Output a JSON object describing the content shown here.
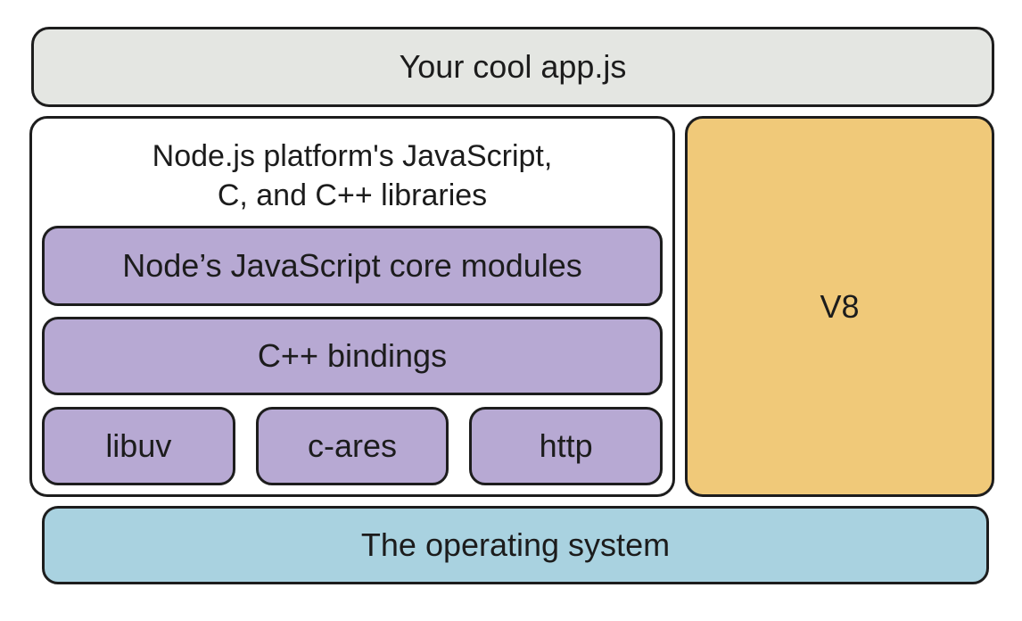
{
  "figure": {
    "description": "Node.js software stack diagram",
    "colors": {
      "border": "#1d1d1d",
      "text": "#1c1c1c",
      "app_fill": "#e4e6e2",
      "platform_fill": "#ffffff",
      "module_fill": "#b7a9d3",
      "v8_fill": "#f0c979",
      "os_fill": "#a9d2e0"
    },
    "app_layer": {
      "label": "Your cool app.js"
    },
    "platform_layer": {
      "heading_line1": "Node.js platform's JavaScript,",
      "heading_line2": "C, and C++ libraries",
      "modules": [
        {
          "label": "Node’s JavaScript core modules"
        },
        {
          "label": "C++ bindings"
        }
      ],
      "libraries": [
        {
          "label": "libuv"
        },
        {
          "label": "c-ares"
        },
        {
          "label": "http"
        }
      ]
    },
    "v8_layer": {
      "label": "V8"
    },
    "os_layer": {
      "label": "The operating system"
    }
  }
}
